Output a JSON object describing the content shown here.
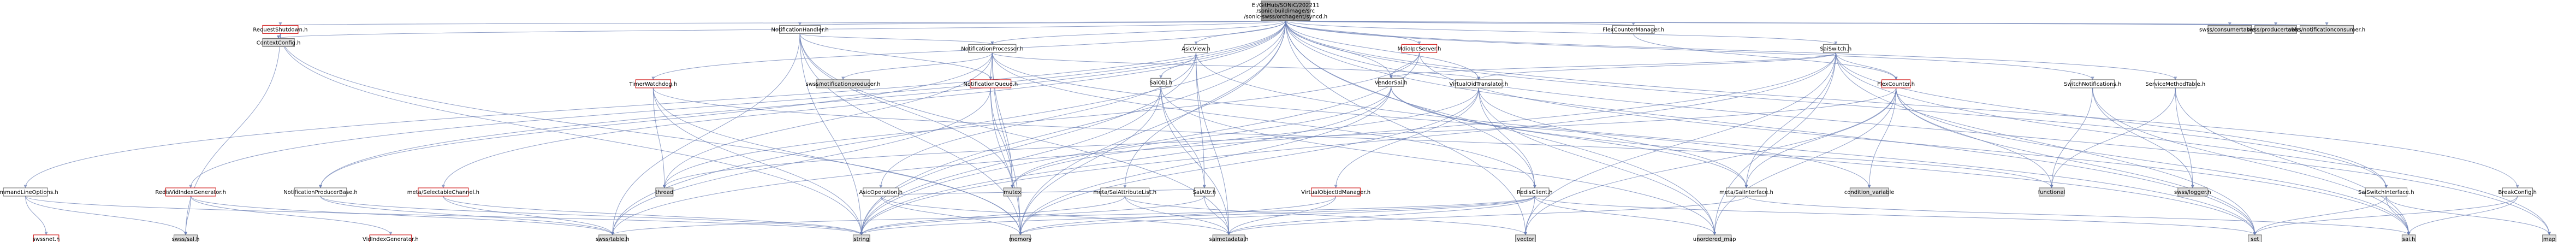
{
  "graph": {
    "root": "E:/GitHub/SONiC/202211/sonic-buildimage/src/sonic-swss/orchagent/syncd.h",
    "colors": {
      "root_fill": "#999999",
      "node_fill": "#ffffff",
      "external_fill": "#e0e0e0",
      "node_border": "#666666",
      "red_border": "#cc0000",
      "edge": "#6b7fb5"
    },
    "nodes": [
      {
        "id": "root",
        "lines": [
          "E:/GitHub/SONiC/202211",
          "/sonic-buildimage/src",
          "/sonic-swss/orchagent/syncd.h"
        ],
        "kind": "root"
      },
      {
        "id": "requestshutdown",
        "lines": [
          "RequestShutdown.h"
        ],
        "kind": "red"
      },
      {
        "id": "contextconfig",
        "lines": [
          "ContextConfig.h"
        ],
        "kind": "external"
      },
      {
        "id": "notificationhandler",
        "lines": [
          "NotificationHandler.h"
        ],
        "kind": "normal"
      },
      {
        "id": "flexcountermanager",
        "lines": [
          "FlexCounterManager.h"
        ],
        "kind": "normal"
      },
      {
        "id": "swss_consumertable",
        "lines": [
          "swss/consumertable.h"
        ],
        "kind": "external"
      },
      {
        "id": "swss_producertable",
        "lines": [
          "swss/producertable.h"
        ],
        "kind": "external"
      },
      {
        "id": "swss_notificationconsumer",
        "lines": [
          "swss/notificationconsumer.h"
        ],
        "kind": "external"
      },
      {
        "id": "notificationprocessor",
        "lines": [
          "NotificationProcessor.h"
        ],
        "kind": "normal"
      },
      {
        "id": "asicview",
        "lines": [
          "AsicView.h"
        ],
        "kind": "normal"
      },
      {
        "id": "mdioipcserver",
        "lines": [
          "MdioIpcServer.h"
        ],
        "kind": "red"
      },
      {
        "id": "saiswitch",
        "lines": [
          "SaiSwitch.h"
        ],
        "kind": "normal"
      },
      {
        "id": "timerwatchdog",
        "lines": [
          "TimerWatchdog.h"
        ],
        "kind": "red"
      },
      {
        "id": "swss_notificationproducer",
        "lines": [
          "swss/notificationproducer.h"
        ],
        "kind": "external"
      },
      {
        "id": "notificationqueue",
        "lines": [
          "NotificationQueue.h"
        ],
        "kind": "red"
      },
      {
        "id": "saiobj",
        "lines": [
          "SaiObj.h"
        ],
        "kind": "normal"
      },
      {
        "id": "vendorsai",
        "lines": [
          "VendorSai.h"
        ],
        "kind": "normal"
      },
      {
        "id": "virtualoidtranslator",
        "lines": [
          "VirtualOidTranslator.h"
        ],
        "kind": "normal"
      },
      {
        "id": "flexcounter",
        "lines": [
          "FlexCounter.h"
        ],
        "kind": "red"
      },
      {
        "id": "switchnotifications",
        "lines": [
          "SwitchNotifications.h"
        ],
        "kind": "normal"
      },
      {
        "id": "servicemethodtable",
        "lines": [
          "ServiceMethodTable.h"
        ],
        "kind": "normal"
      },
      {
        "id": "commandlineoptions",
        "lines": [
          "CommandLineOptions.h"
        ],
        "kind": "normal"
      },
      {
        "id": "redisvidindexgenerator",
        "lines": [
          "RedisVidIndexGenerator.h"
        ],
        "kind": "red"
      },
      {
        "id": "notificationproducerbase",
        "lines": [
          "NotificationProducerBase.h"
        ],
        "kind": "normal"
      },
      {
        "id": "meta_selectablechannel",
        "lines": [
          "meta/SelectableChannel.h"
        ],
        "kind": "red"
      },
      {
        "id": "thread",
        "lines": [
          "thread"
        ],
        "kind": "external"
      },
      {
        "id": "asicoperation",
        "lines": [
          "AsicOperation.h"
        ],
        "kind": "normal"
      },
      {
        "id": "mutex",
        "lines": [
          "mutex"
        ],
        "kind": "external"
      },
      {
        "id": "meta_saiattributelist",
        "lines": [
          "meta/SaiAttributeList.h"
        ],
        "kind": "normal"
      },
      {
        "id": "saiattr",
        "lines": [
          "SaiAttr.h"
        ],
        "kind": "normal"
      },
      {
        "id": "virtualobjectidmanager",
        "lines": [
          "VirtualObjectIdManager.h"
        ],
        "kind": "red"
      },
      {
        "id": "redisclient",
        "lines": [
          "RedisClient.h"
        ],
        "kind": "normal"
      },
      {
        "id": "meta_saiinterface",
        "lines": [
          "meta/SaiInterface.h"
        ],
        "kind": "normal"
      },
      {
        "id": "condition_variable",
        "lines": [
          "condition_variable"
        ],
        "kind": "external"
      },
      {
        "id": "functional",
        "lines": [
          "functional"
        ],
        "kind": "external"
      },
      {
        "id": "swss_logger",
        "lines": [
          "swss/logger.h"
        ],
        "kind": "external"
      },
      {
        "id": "saiswitchinterface",
        "lines": [
          "SaiSwitchInterface.h"
        ],
        "kind": "normal"
      },
      {
        "id": "breakconfig",
        "lines": [
          "BreakConfig.h"
        ],
        "kind": "normal"
      },
      {
        "id": "swssnet",
        "lines": [
          "swssnet.h"
        ],
        "kind": "red"
      },
      {
        "id": "swss_sal",
        "lines": [
          "swss/sal.h"
        ],
        "kind": "external"
      },
      {
        "id": "vidindexgenerator",
        "lines": [
          "VidIndexGenerator.h"
        ],
        "kind": "red"
      },
      {
        "id": "swss_table",
        "lines": [
          "swss/table.h"
        ],
        "kind": "external"
      },
      {
        "id": "string",
        "lines": [
          "string"
        ],
        "kind": "external"
      },
      {
        "id": "memory",
        "lines": [
          "memory"
        ],
        "kind": "external"
      },
      {
        "id": "saimetadata",
        "lines": [
          "saimetadata.h"
        ],
        "kind": "external"
      },
      {
        "id": "vector",
        "lines": [
          "vector"
        ],
        "kind": "external"
      },
      {
        "id": "unordered_map",
        "lines": [
          "unordered_map"
        ],
        "kind": "external"
      },
      {
        "id": "set",
        "lines": [
          "set"
        ],
        "kind": "external"
      },
      {
        "id": "sai",
        "lines": [
          "sai.h"
        ],
        "kind": "external"
      },
      {
        "id": "map",
        "lines": [
          "map"
        ],
        "kind": "external"
      }
    ],
    "edges": [
      [
        "root",
        "requestshutdown"
      ],
      [
        "root",
        "contextconfig"
      ],
      [
        "root",
        "notificationhandler"
      ],
      [
        "root",
        "flexcountermanager"
      ],
      [
        "root",
        "swss_consumertable"
      ],
      [
        "root",
        "swss_producertable"
      ],
      [
        "root",
        "swss_notificationconsumer"
      ],
      [
        "root",
        "notificationprocessor"
      ],
      [
        "root",
        "asicview"
      ],
      [
        "root",
        "mdioipcserver"
      ],
      [
        "root",
        "saiswitch"
      ],
      [
        "root",
        "timerwatchdog"
      ],
      [
        "root",
        "vendorsai"
      ],
      [
        "root",
        "virtualoidtranslator"
      ],
      [
        "root",
        "switchnotifications"
      ],
      [
        "root",
        "servicemethodtable"
      ],
      [
        "root",
        "commandlineoptions"
      ],
      [
        "root",
        "redisvidindexgenerator"
      ],
      [
        "root",
        "notificationproducerbase"
      ],
      [
        "root",
        "meta_selectablechannel"
      ],
      [
        "root",
        "meta_saiattributelist"
      ],
      [
        "root",
        "redisclient"
      ],
      [
        "root",
        "saiswitchinterface"
      ],
      [
        "root",
        "breakconfig"
      ],
      [
        "root",
        "swss_table"
      ],
      [
        "root",
        "string"
      ],
      [
        "root",
        "memory"
      ],
      [
        "root",
        "vector"
      ],
      [
        "root",
        "unordered_map"
      ],
      [
        "root",
        "set"
      ],
      [
        "root",
        "map"
      ],
      [
        "requestshutdown",
        "contextconfig"
      ],
      [
        "requestshutdown",
        "swss_sal"
      ],
      [
        "requestshutdown",
        "string"
      ],
      [
        "requestshutdown",
        "memory"
      ],
      [
        "notificationhandler",
        "notificationprocessor"
      ],
      [
        "notificationhandler",
        "notificationqueue"
      ],
      [
        "notificationhandler",
        "swss_table"
      ],
      [
        "notificationhandler",
        "string"
      ],
      [
        "notificationhandler",
        "memory"
      ],
      [
        "notificationhandler",
        "mutex"
      ],
      [
        "notificationhandler",
        "saimetadata"
      ],
      [
        "flexcountermanager",
        "flexcounter"
      ],
      [
        "notificationprocessor",
        "swss_notificationproducer"
      ],
      [
        "notificationprocessor",
        "notificationqueue"
      ],
      [
        "notificationprocessor",
        "thread"
      ],
      [
        "notificationprocessor",
        "virtualoidtranslator"
      ],
      [
        "notificationprocessor",
        "redisclient"
      ],
      [
        "notificationprocessor",
        "notificationproducerbase"
      ],
      [
        "notificationprocessor",
        "memory"
      ],
      [
        "notificationprocessor",
        "mutex"
      ],
      [
        "notificationprocessor",
        "condition_variable"
      ],
      [
        "asicview",
        "saiobj"
      ],
      [
        "asicview",
        "asicoperation"
      ],
      [
        "asicview",
        "saiattr"
      ],
      [
        "asicview",
        "string"
      ],
      [
        "asicview",
        "set"
      ],
      [
        "asicview",
        "saimetadata"
      ],
      [
        "mdioipcserver",
        "vendorsai"
      ],
      [
        "mdioipcserver",
        "thread"
      ],
      [
        "mdioipcserver",
        "string"
      ],
      [
        "mdioipcserver",
        "sai"
      ],
      [
        "saiswitch",
        "vendorsai"
      ],
      [
        "saiswitch",
        "virtualoidtranslator"
      ],
      [
        "saiswitch",
        "flexcounter"
      ],
      [
        "saiswitch",
        "meta_saiinterface"
      ],
      [
        "saiswitch",
        "saiswitchinterface"
      ],
      [
        "saiswitch",
        "swss_table"
      ],
      [
        "saiswitch",
        "set"
      ],
      [
        "saiswitch",
        "map"
      ],
      [
        "saiswitch",
        "unordered_map"
      ],
      [
        "saiswitch",
        "vector"
      ],
      [
        "saiswitch",
        "string"
      ],
      [
        "timerwatchdog",
        "thread"
      ],
      [
        "timerwatchdog",
        "memory"
      ],
      [
        "timerwatchdog",
        "functional"
      ],
      [
        "timerwatchdog",
        "string"
      ],
      [
        "notificationqueue",
        "mutex"
      ],
      [
        "notificationqueue",
        "swss_table"
      ],
      [
        "notificationqueue",
        "memory"
      ],
      [
        "saiobj",
        "saiattr"
      ],
      [
        "saiobj",
        "memory"
      ],
      [
        "saiobj",
        "string"
      ],
      [
        "saiobj",
        "unordered_map"
      ],
      [
        "saiobj",
        "saimetadata"
      ],
      [
        "vendorsai",
        "meta_saiinterface"
      ],
      [
        "vendorsai",
        "mutex"
      ],
      [
        "vendorsai",
        "memory"
      ],
      [
        "vendorsai",
        "set"
      ],
      [
        "vendorsai",
        "string"
      ],
      [
        "virtualoidtranslator",
        "virtualobjectidmanager"
      ],
      [
        "virtualoidtranslator",
        "redisclient"
      ],
      [
        "virtualoidtranslator",
        "meta_saiinterface"
      ],
      [
        "virtualoidtranslator",
        "mutex"
      ],
      [
        "virtualoidtranslator",
        "unordered_map"
      ],
      [
        "virtualoidtranslator",
        "memory"
      ],
      [
        "flexcounter",
        "meta_saiinterface"
      ],
      [
        "flexcounter",
        "condition_variable"
      ],
      [
        "flexcounter",
        "thread"
      ],
      [
        "flexcounter",
        "sai"
      ],
      [
        "flexcounter",
        "functional"
      ],
      [
        "flexcounter",
        "set"
      ],
      [
        "flexcounter",
        "unordered_map"
      ],
      [
        "flexcounter",
        "vector"
      ],
      [
        "switchnotifications",
        "functional"
      ],
      [
        "switchnotifications",
        "swss_logger"
      ],
      [
        "switchnotifications",
        "sai"
      ],
      [
        "servicemethodtable",
        "functional"
      ],
      [
        "servicemethodtable",
        "swss_logger"
      ],
      [
        "servicemethodtable",
        "sai"
      ],
      [
        "commandlineoptions",
        "swssnet"
      ],
      [
        "commandlineoptions",
        "swss_sal"
      ],
      [
        "commandlineoptions",
        "string"
      ],
      [
        "redisvidindexgenerator",
        "vidindexgenerator"
      ],
      [
        "redisvidindexgenerator",
        "swss_table"
      ],
      [
        "redisvidindexgenerator",
        "swss_sal"
      ],
      [
        "notificationproducerbase",
        "swss_table"
      ],
      [
        "notificationproducerbase",
        "string"
      ],
      [
        "meta_selectablechannel",
        "swss_table"
      ],
      [
        "meta_selectablechannel",
        "string"
      ],
      [
        "asicoperation",
        "saiattr"
      ],
      [
        "asicoperation",
        "memory"
      ],
      [
        "asicoperation",
        "saimetadata"
      ],
      [
        "meta_saiattributelist",
        "saimetadata"
      ],
      [
        "meta_saiattributelist",
        "vector"
      ],
      [
        "meta_saiattributelist",
        "string"
      ],
      [
        "saiattr",
        "saimetadata"
      ],
      [
        "saiattr",
        "string"
      ],
      [
        "virtualobjectidmanager",
        "saimetadata"
      ],
      [
        "virtualobjectidmanager",
        "memory"
      ],
      [
        "redisclient",
        "saimetadata"
      ],
      [
        "redisclient",
        "swss_table"
      ],
      [
        "redisclient",
        "unordered_map"
      ],
      [
        "redisclient",
        "vector"
      ],
      [
        "redisclient",
        "set"
      ],
      [
        "redisclient",
        "memory"
      ],
      [
        "redisclient",
        "string"
      ],
      [
        "meta_saiinterface",
        "sai"
      ],
      [
        "meta_saiinterface",
        "saimetadata"
      ],
      [
        "saiswitchinterface",
        "sai"
      ],
      [
        "saiswitchinterface",
        "set"
      ],
      [
        "saiswitchinterface",
        "map"
      ],
      [
        "breakconfig",
        "set"
      ],
      [
        "breakconfig",
        "sai"
      ]
    ]
  }
}
